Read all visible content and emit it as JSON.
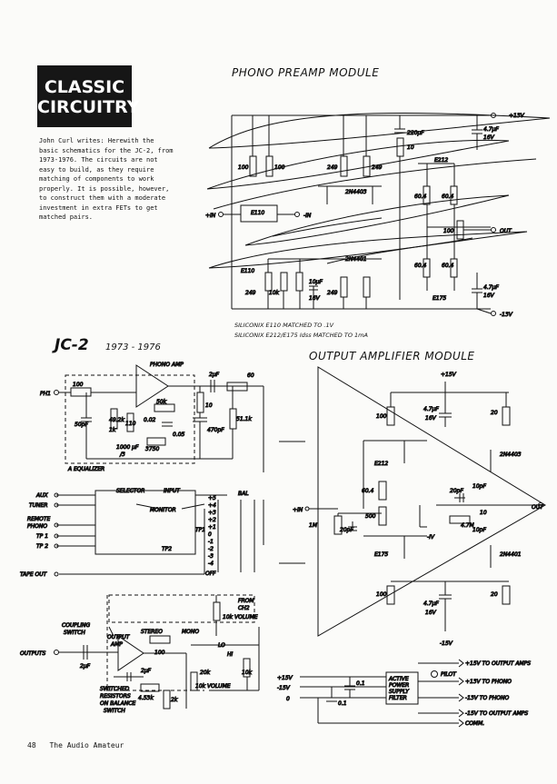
{
  "logo": {
    "line1": "CLASSIC",
    "line2": "CIRCUITRY"
  },
  "intro": "John Curl writes: Herewith the\nbasic schematics for the JC-2, from\n1973-1976. The circuits are not\neasy to build, as they require\nmatching of components to work\nproperly. It is possible, however,\nto construct them with a moderate\ninvestment in extra FETs to get\nmatched pairs.",
  "phono": {
    "title": "PHONO PREAMP MODULE",
    "note1": "SILICONIX E110 MATCHED TO .1V",
    "note2": "SILICONIX E212/E175 Idss MATCHED TO 1mA",
    "labels": {
      "p13": "+13V",
      "m13": "-13V",
      "out": "OUT",
      "in_p": "+IN",
      "in_m": "-IN",
      "r100a": "100",
      "r100b": "100",
      "r249a": "249",
      "r249b": "249",
      "r249c": "249",
      "r249d": "249",
      "c220": "220µF",
      "r10": "10",
      "c47a": "4.7µF",
      "v16a": "16V",
      "c47b": "4.7µF",
      "v16b": "16V",
      "e212": "E212",
      "e110a": "E110",
      "e110b": "E110",
      "e175": "E175",
      "n4403": "2N4403",
      "n4401": "2N4401",
      "r604a": "60.4",
      "r604b": "60.4",
      "r604c": "60.4",
      "r604d": "60.4",
      "r100out": "100",
      "r10k": "10k",
      "c10": "10µF",
      "v16c": "16V"
    }
  },
  "jc2": {
    "title": "JC-2",
    "years": "1973 - 1976",
    "labels": {
      "phono_amp": "PHONO AMP",
      "ph1": "PH1",
      "r100": "100",
      "c2": "2µF",
      "r60": "60",
      "c50p": "50pF",
      "r49": "49.2k",
      "r1k": "1k",
      "r110": "110",
      "c002": "0.02",
      "r50k": "50k",
      "c005": "0.05",
      "r3750": "3750",
      "c1000": "1000 µF",
      "v3": "/3",
      "r10": "10",
      "c470": "470pF",
      "r511": "51.1k",
      "a_eq": "A EQUALIZER",
      "aux": "AUX",
      "tuner": "TUNER",
      "remote": "REMOTE",
      "phono": "PHONO",
      "tp1": "TP 1",
      "tp2": "TP 2",
      "tape_out": "TAPE OUT",
      "selector": "SELECTOR",
      "input": "INPUT",
      "monitor": "MONITOR",
      "tp1b": "TP1",
      "tp2b": "TP2",
      "bal": "BAL",
      "steps": [
        "+5",
        "+4",
        "+3",
        "+2",
        "+1",
        "0",
        "-1",
        "-2",
        "-3",
        "-4",
        "OFF"
      ],
      "from_ch2": "FROM",
      "ch2": "CH2",
      "vol10k": "10k VOLUME",
      "coupling": "COUPLING",
      "switch": "SWITCH",
      "outputs": "OUTPUTS",
      "c2b": "2µF",
      "output_amp": "OUTPUT",
      "amp": "AMP",
      "stereo": "STEREO",
      "mono": "MONO",
      "r100b": "100",
      "lo": "LO",
      "hi": "HI",
      "c2c": "2µF",
      "r453": "4.53k",
      "r2k": "2k",
      "r20k": "20k",
      "vol10kb": "10k VOLUME",
      "r10kb": "10k",
      "sw1": "SWITCHED",
      "sw2": "RESISTORS",
      "sw3": "ON BALANCE",
      "sw4": "SWITCH"
    }
  },
  "output": {
    "title": "OUTPUT AMPLIFIER MODULE",
    "labels": {
      "p15": "+15V",
      "m15": "-15V",
      "in": "+IN",
      "out": "OUT",
      "r1m": "1M",
      "c20": "20pF",
      "r100a": "100",
      "r100b": "100",
      "c47a": "4.7µF",
      "v16a": "16V",
      "c47b": "4.7µF",
      "v16b": "16V",
      "r20a": "20",
      "r20b": "20",
      "e212": "E212",
      "e175": "E175",
      "n4403": "2N4403",
      "n4401": "2N4401",
      "r604": "60.4",
      "r500": "500",
      "c20b": "20pF",
      "c10a": "10pF",
      "c10b": "10pF",
      "r47m": "4.7M",
      "r10": "10",
      "v": "-IV"
    }
  },
  "power": {
    "labels": {
      "p15": "+15V",
      "m15": "-15V",
      "zero": "0",
      "c01a": "0.1",
      "c01b": "0.1",
      "box1": "ACTIVE",
      "box2": "POWER",
      "box3": "SUPPLY",
      "box4": "FILTER",
      "pilot": "PILOT",
      "o1": "+15V TO OUTPUT AMPS",
      "o2": "+13V TO PHONO",
      "o3": "-13V TO PHONO",
      "o4": "-15V TO OUTPUT AMPS",
      "o5": "COMM."
    }
  },
  "footer": {
    "page": "48",
    "pub": "The Audio Amateur"
  }
}
